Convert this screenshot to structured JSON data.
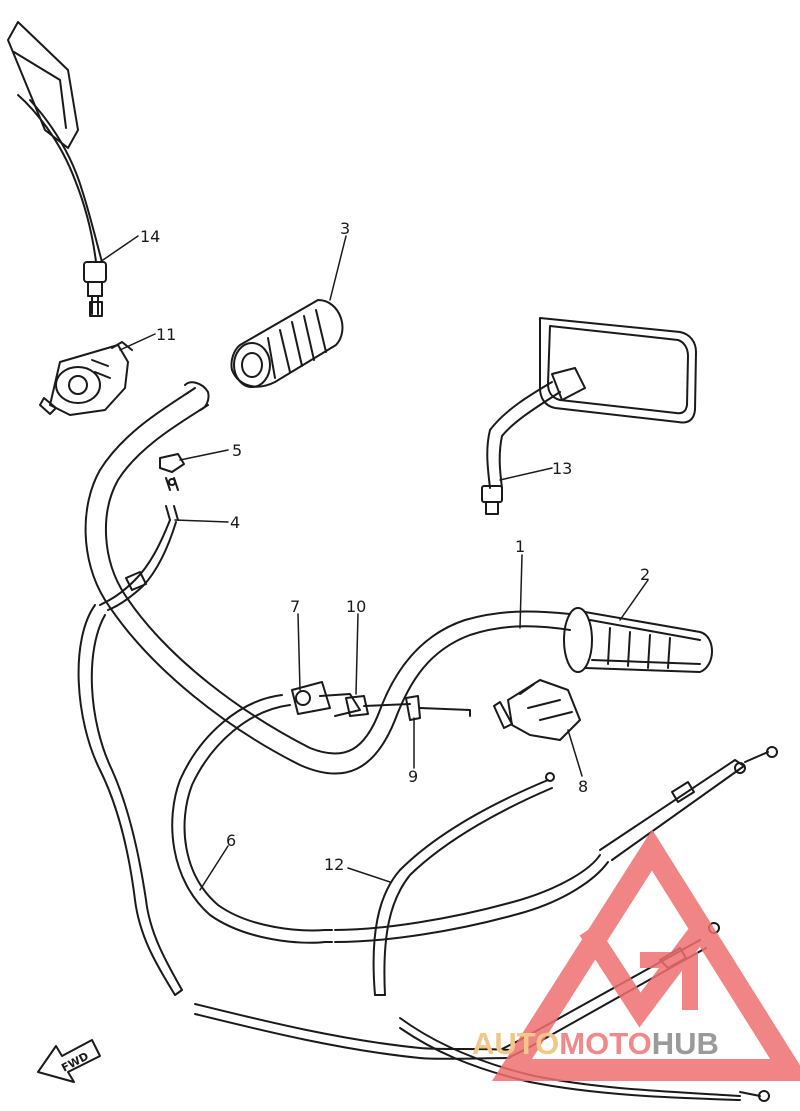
{
  "diagram": {
    "part_labels": {
      "p1": "1",
      "p2": "2",
      "p3": "3",
      "p4": "4",
      "p5": "5",
      "p6": "6",
      "p7": "7",
      "p8": "8",
      "p9": "9",
      "p10": "10",
      "p11": "11",
      "p12": "12",
      "p13": "13",
      "p14": "14"
    },
    "fwd_label": "FWD"
  },
  "watermark": {
    "brand": "AUTOMOTOHUB",
    "part_auto": "AUTO",
    "part_moto": "MOTO",
    "part_hub": "HUB",
    "colors": {
      "auto": "#f2c78a",
      "moto": "#f08a8a",
      "hub": "#9a9a9a",
      "logo": "#ef6f6f"
    }
  },
  "colors": {
    "line": "#1a1a1a",
    "background": "#ffffff"
  }
}
